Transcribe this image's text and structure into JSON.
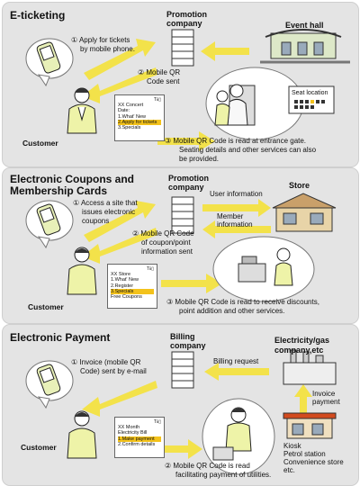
{
  "colors": {
    "arrow": "#f3e24a",
    "panel_bg": "#e4e4e4",
    "highlight": "#f3c21b",
    "bubble": "#ffffff"
  },
  "eticket": {
    "title": "E-ticketing",
    "promotion": "Promotion company",
    "promotion_l1": "Promotion",
    "promotion_l2": "company",
    "event_hall": "Event hall",
    "step1_l1": "① Apply for tickets",
    "step1_l2": "by mobile phone.",
    "step2_l1": "② Mobile QR",
    "step2_l2": "Code sent",
    "step3_l1": "③ Mobile QR Code is read at entrance gate.",
    "step3_l2": "Seating details and other services can also",
    "step3_l3": "be provided.",
    "seat_label": "Seat location",
    "customer": "Customer",
    "phone": {
      "l1": "XX Concert",
      "l2": "Date:",
      "l3": "1.What' New",
      "l4": "2.Apply for tickets",
      "l5": "3.Specials"
    }
  },
  "coupons": {
    "title_l1": "Electronic Coupons and",
    "title_l2": "Membership Cards",
    "promotion_l1": "Promotion",
    "promotion_l2": "company",
    "store": "Store",
    "user_info": "User information",
    "member_l1": "Member",
    "member_l2": "information",
    "step1_l1": "① Access a site that",
    "step1_l2": "issues electronic",
    "step1_l3": "coupons",
    "step2_l1": "② Mobile QR Code",
    "step2_l2": "of coupon/point",
    "step2_l3": "information sent",
    "step3_l1": "③ Mobile QR Code is read to receive discounts,",
    "step3_l2": "point addition and other services.",
    "customer": "Customer",
    "phone": {
      "l1": "XX Store",
      "l2": "1.What' New",
      "l3": "2.Register",
      "l4": "3.Specials",
      "l5": "Free Coupons"
    }
  },
  "payment": {
    "title": "Electronic Payment",
    "billing_l1": "Billing",
    "billing_l2": "company",
    "electricity_l1": "Electricity/gas",
    "electricity_l2": "company,etc",
    "billing_request": "Billing request",
    "invoice_l1": "Invoice",
    "invoice_l2": "payment",
    "step1_l1": "① Invoice (mobile QR",
    "step1_l2": "Code) sent by e-mail",
    "step2_l1": "② Mobile QR Code is read",
    "step2_l2": "facilitating payment of utilities.",
    "kiosk_l1": "Kiosk",
    "kiosk_l2": "Petrol station",
    "kiosk_l3": "Convenience store",
    "kiosk_l4": "etc.",
    "customer": "Customer",
    "phone": {
      "l1": "XX Month",
      "l2": "Electricity Bill",
      "l3": "1.Make payment",
      "l4": "2.Confirm details"
    }
  }
}
